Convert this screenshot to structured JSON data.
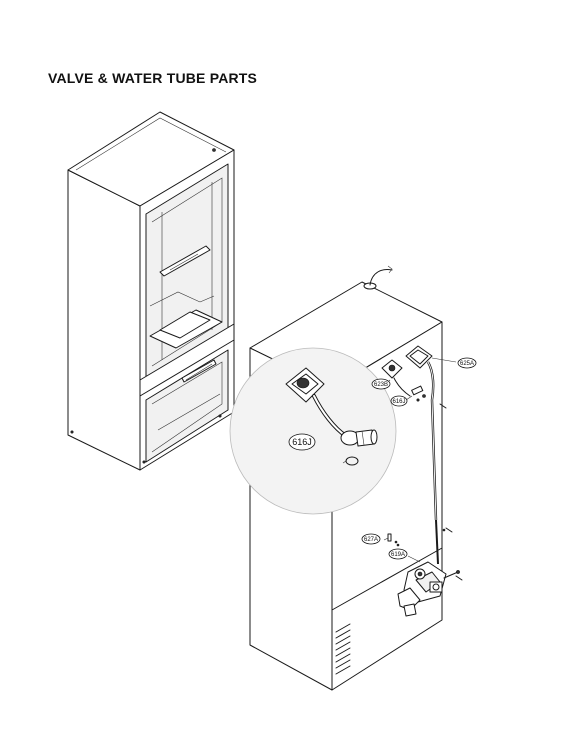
{
  "title": "VALVE & WATER TUBE PARTS",
  "callouts": {
    "p625a": "625A",
    "p623b": "623B",
    "p616j_small": "616J",
    "p616j_detail": "616J",
    "p627a": "627A",
    "p619a": "619A"
  }
}
